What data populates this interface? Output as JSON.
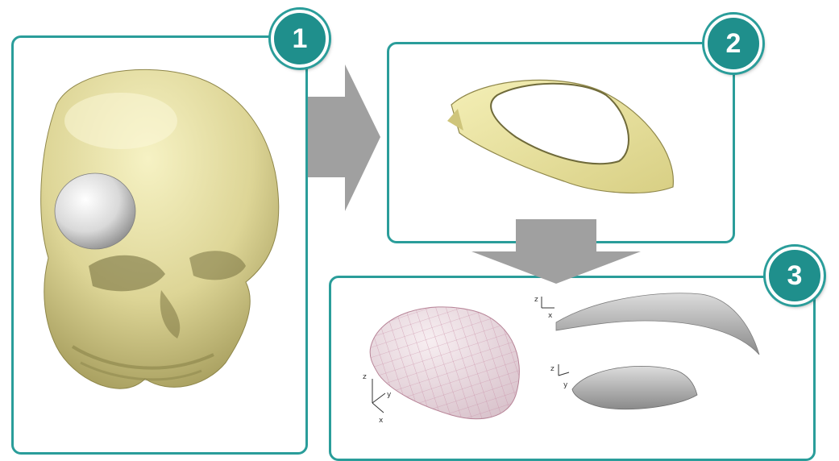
{
  "steps": [
    {
      "number": "1"
    },
    {
      "number": "2"
    },
    {
      "number": "3"
    }
  ],
  "axes": {
    "z": "z",
    "x": "x",
    "y": "y"
  },
  "colors": {
    "accent": "#2a9d9a",
    "badge": "#1f8f8c",
    "bone": "#ece7a8",
    "arrow": "#a0a0a0"
  }
}
